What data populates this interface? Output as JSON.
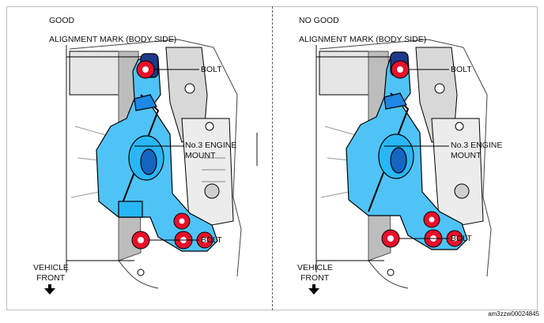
{
  "left_panel": {
    "title": "GOOD",
    "alignment_label": "ALIGNMENT MARK (BODY SIDE)",
    "bolt_top_label": "BOLT",
    "mount_label_line1": "No.3 ENGINE",
    "mount_label_line2": "MOUNT",
    "bolt_bottom_label": "BOLT",
    "vehicle_line1": "VEHICLE",
    "vehicle_line2": "FRONT"
  },
  "right_panel": {
    "title": "NO GOOD",
    "alignment_label": "ALIGNMENT MARK (BODY SIDE)",
    "bolt_top_label": "BOLT",
    "mount_label_line1": "No.3 ENGINE",
    "mount_label_line2": "MOUNT",
    "bolt_bottom_label": "BOLT",
    "vehicle_line1": "VEHICLE",
    "vehicle_line2": "FRONT"
  },
  "figure_code": "am3zzw00024845",
  "colors": {
    "mount_blue": "#4fc3f7",
    "bolt_red": "#e8102a",
    "outline": "#000000"
  },
  "icons": {
    "front_arrow": "arrow-down-icon"
  }
}
